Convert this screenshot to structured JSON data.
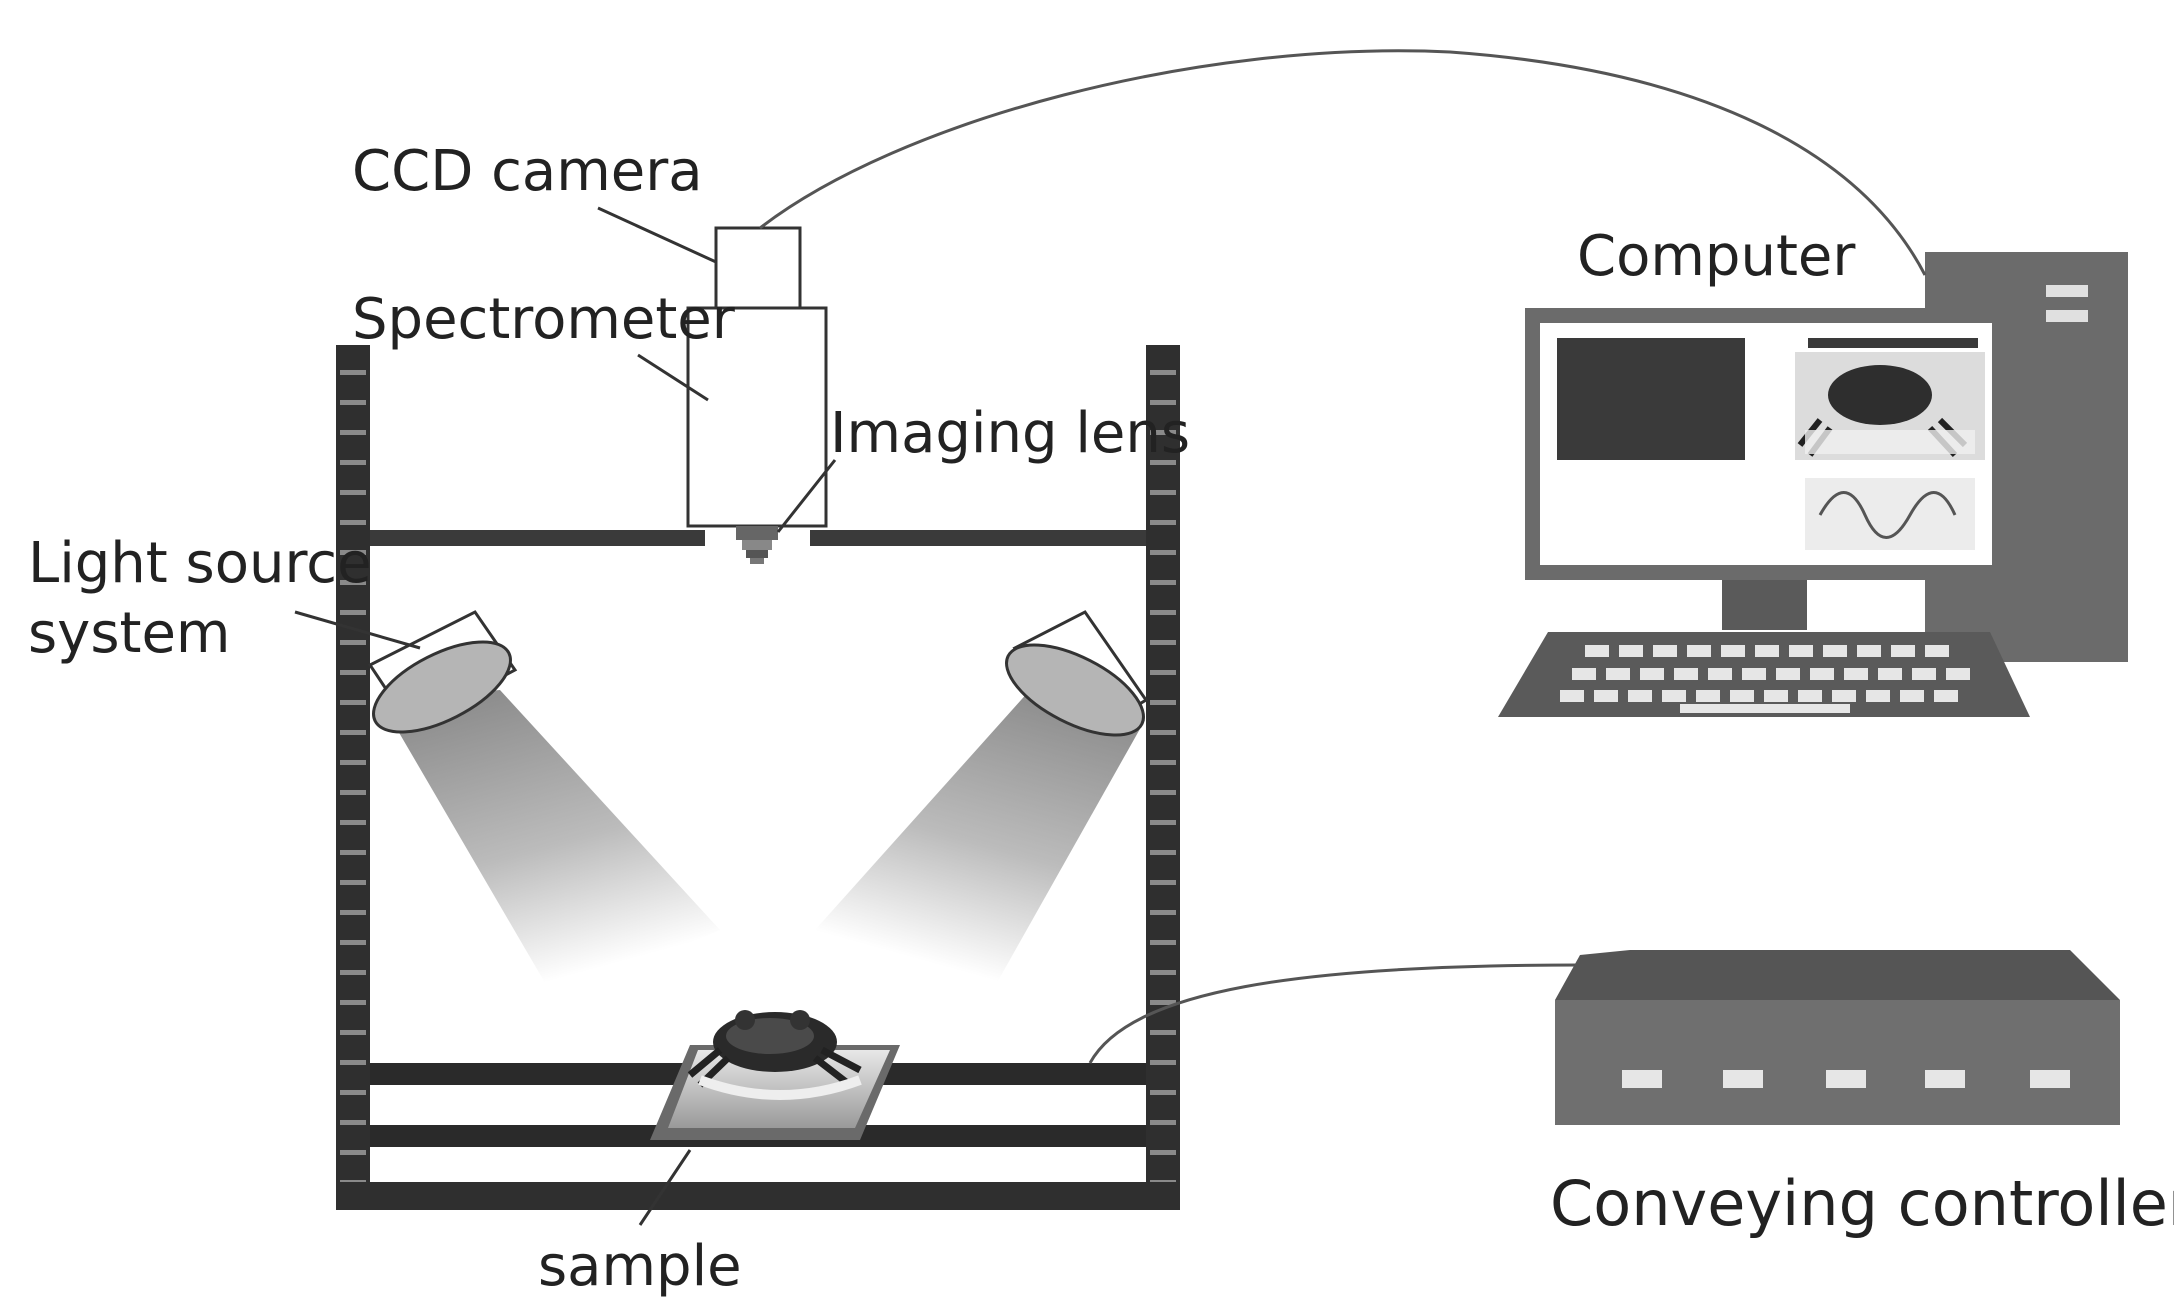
{
  "labels": {
    "ccd_camera": "CCD camera",
    "spectrometer": "Spectrometer",
    "imaging_lens": "Imaging lens",
    "light_source_line1": "Light source",
    "light_source_line2": "system",
    "computer": "Computer",
    "conveying_controller": "Conveying controller",
    "sample": "sample"
  },
  "colors": {
    "frame": "#2f2f2f",
    "frame_tick": "#8a8a8a",
    "device_gray": "#6f6f6f",
    "computer_body": "#6b6b6b",
    "screen_dark": "#3a3a3a",
    "line": "#444444"
  }
}
